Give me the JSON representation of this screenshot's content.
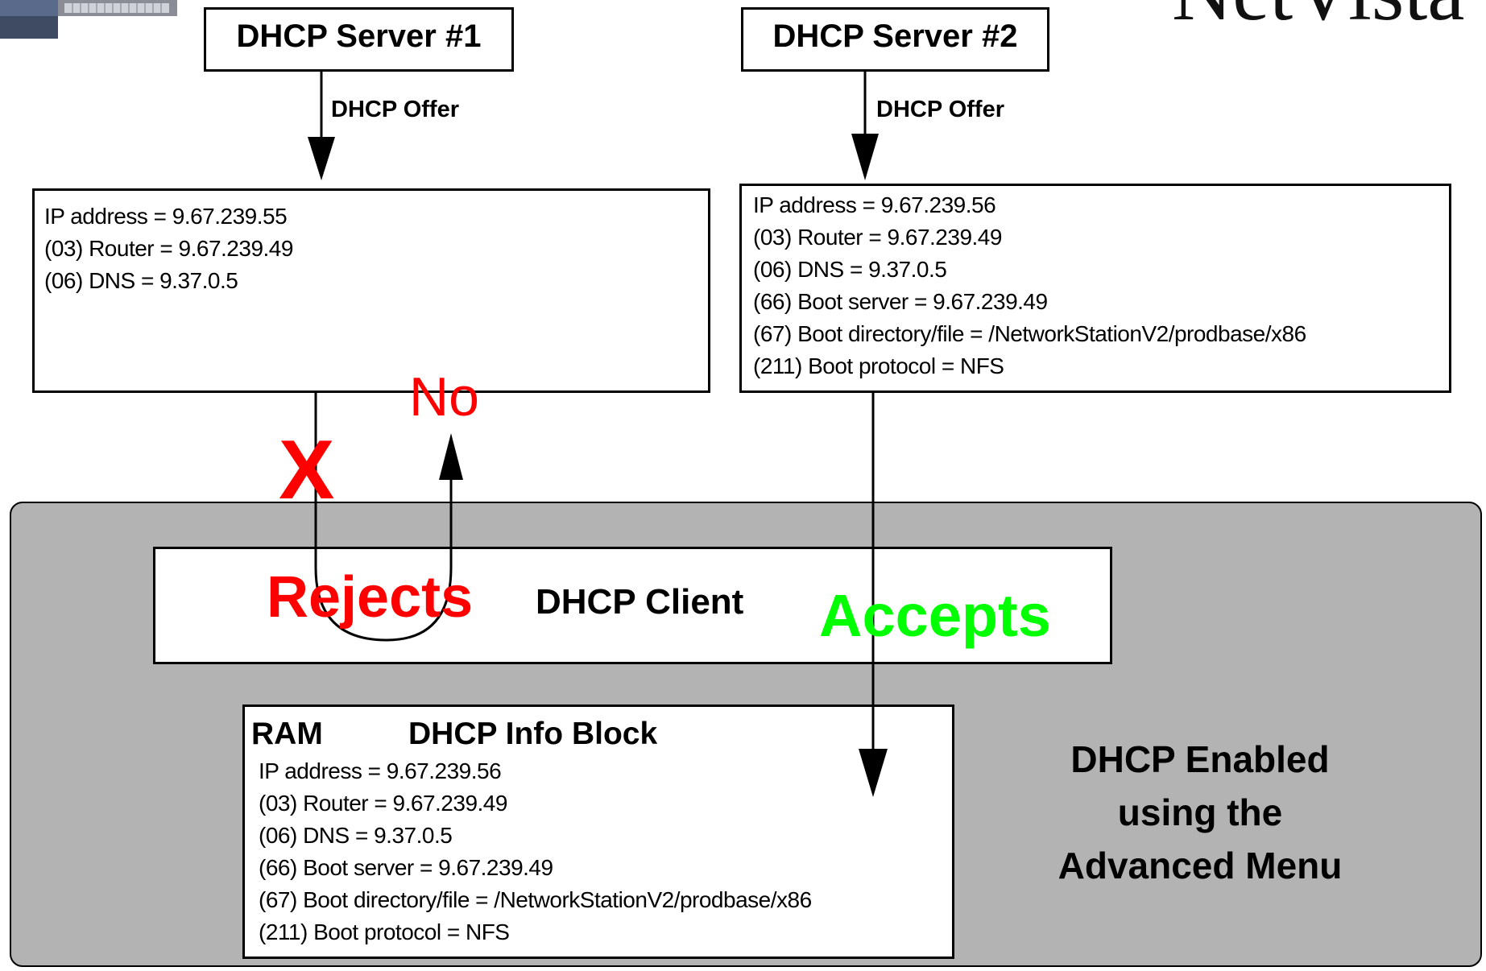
{
  "logo_text": "NetVista",
  "servers": [
    {
      "title": "DHCP Server #1",
      "offer_label": "DHCP Offer",
      "fields": [
        "IP address = 9.67.239.55",
        "(03) Router = 9.67.239.49",
        "(06) DNS = 9.37.0.5"
      ]
    },
    {
      "title": "DHCP Server #2",
      "offer_label": "DHCP Offer",
      "fields": [
        "IP address = 9.67.239.56",
        "(03) Router = 9.67.239.49",
        "(06) DNS = 9.37.0.5",
        "(66) Boot server = 9.67.239.49",
        "(67) Boot directory/file = /NetworkStationV2/prodbase/x86",
        "(211) Boot protocol = NFS"
      ]
    }
  ],
  "reject": {
    "no_label": "No",
    "x_mark": "X",
    "rejects_label": "Rejects"
  },
  "client": {
    "label": "DHCP Client",
    "accepts_label": "Accepts"
  },
  "ram": {
    "label": "RAM",
    "title": "DHCP Info Block",
    "fields": [
      "IP address = 9.67.239.56",
      "(03) Router = 9.67.239.49",
      "(06) DNS = 9.37.0.5",
      "(66) Boot server = 9.67.239.49",
      "(67) Boot directory/file = /NetworkStationV2/prodbase/x86",
      "(211) Boot protocol = NFS"
    ]
  },
  "caption_lines": [
    "DHCP Enabled",
    "using the",
    "Advanced Menu"
  ],
  "colors": {
    "panel": "#b3b3b3",
    "reject": "#ff0000",
    "accept": "#00ff00"
  }
}
